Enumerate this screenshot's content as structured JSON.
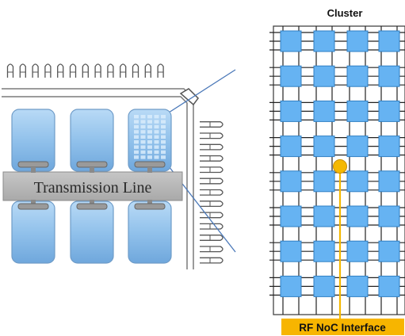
{
  "left_panel": {
    "transmission_line_label": "Transmission Line"
  },
  "right_panel": {
    "cluster_label": "Cluster",
    "interface_label": "RF NoC Interface",
    "grid": {
      "rows": 8,
      "cols": 4
    },
    "interface_node": {
      "row": 4,
      "between_cols": [
        1,
        2
      ]
    }
  },
  "colors": {
    "node_fill": "#66b3f2",
    "node_stroke": "#2f7fc4",
    "interface_node": "#f5b800",
    "interface_bar": "#f7b500",
    "transmission_line": "#b5b5b5",
    "chip_tile": "#9fc8ee"
  }
}
